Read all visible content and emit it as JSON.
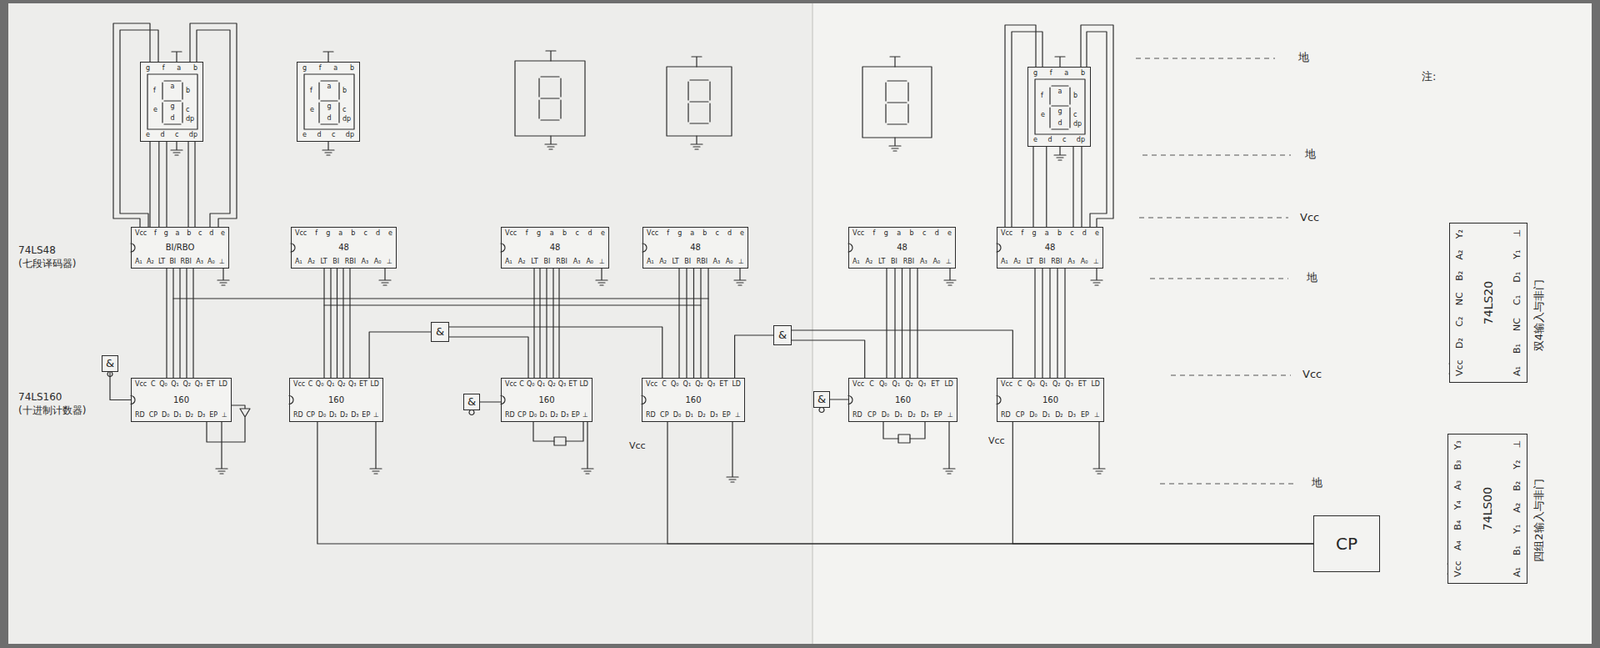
{
  "diagram": {
    "nodes": [
      {
        "text": [
          "g f a b",
          "a",
          "b",
          "c",
          "d",
          "e",
          "f",
          "g",
          "dp",
          "e d c dp"
        ]
      },
      {
        "text": [
          "g f a b",
          "a",
          "b",
          "c",
          "d",
          "e",
          "f",
          "g",
          "dp",
          "e d c dp"
        ]
      },
      {
        "text": [
          "g f a b",
          "a",
          "b",
          "c",
          "d",
          "e",
          "f",
          "g",
          "dp",
          "e d c dp"
        ]
      },
      {
        "text": [
          "Vcc f g a b c d e",
          "BI/RBO",
          "A₁ A₂ LT BI RBI A₃ A₀ ⊥"
        ]
      },
      {
        "text": [
          "Vcc f g a b c d e",
          "48",
          "A₁ A₂ LT BI RBI A₃ A₀ ⊥"
        ]
      },
      {
        "text": [
          "Vcc f g a b c d e",
          "48",
          "A₁ A₂ LT BI RBI A₃ A₀ ⊥"
        ]
      },
      {
        "text": [
          "Vcc f g a b c d e",
          "48",
          "A₁ A₂ LT BI RBI A₃ A₀ ⊥"
        ]
      },
      {
        "text": [
          "Vcc f g a b c d e",
          "48",
          "A₁ A₂ LT BI RBI A₃ A₀ ⊥"
        ]
      },
      {
        "text": [
          "Vcc f g a b c d e",
          "48",
          "A₁ A₂ LT BI RBI A₃ A₀ ⊥"
        ]
      },
      {
        "text": [
          "Vcc C Q₀ Q₁ Q₂ Q₃ ET LD",
          "160",
          "RD CP D₀ D₁ D₂ D₃ EP ⊥"
        ]
      },
      {
        "text": [
          "Vcc C Q₀ Q₁ Q₂ Q₃ ET LD",
          "160",
          "RD CP D₀ D₁ D₂ D₃ EP ⊥"
        ]
      },
      {
        "text": [
          "Vcc C Q₀ Q₁ Q₂ Q₃ ET LD",
          "160",
          "RD CP D₀ D₁ D₂ D₃ EP ⊥"
        ]
      },
      {
        "text": [
          "Vcc C Q₀ Q₁ Q₂ Q₃ ET LD",
          "160",
          "RD CP D₀ D₁ D₂ D₃ EP ⊥"
        ]
      },
      {
        "text": [
          "Vcc C Q₀ Q₁ Q₂ Q₃ ET LD",
          "160",
          "RD CP D₀ D₁ D₂ D₃ EP ⊥"
        ]
      },
      {
        "text": [
          "Vcc C Q₀ Q₁ Q₂ Q₃ ET LD",
          "160",
          "RD CP D₀ D₁ D₂ D₃ EP ⊥"
        ]
      },
      {
        "text": [
          "&"
        ]
      },
      {
        "text": [
          "&"
        ]
      },
      {
        "text": [
          "&"
        ]
      },
      {
        "text": [
          "&"
        ]
      },
      {
        "text": [
          "&"
        ]
      },
      {
        "text": [
          "CP"
        ]
      },
      {
        "text": [
          "Vcc D₂ C₂ NC B₂ A₂ Y₂",
          "74LS20",
          "A₁ B₁ NC C₁ D₁ Y₁ ⊥",
          "双4输入与非门"
        ]
      },
      {
        "text": [
          "Vcc A₄ B₄ Y₄ A₃ B₃ Y₃",
          "74LS00",
          "A₁ B₁ Y₁ A₂ B₂ Y₂ ⊥",
          "四组2输入与非门"
        ]
      }
    ],
    "edges": [
      {
        "from": 0,
        "to": 3,
        "arrow": "none"
      },
      {
        "from": 2,
        "to": 8,
        "arrow": "none"
      },
      {
        "from": 3,
        "to": 9,
        "arrow": "none"
      },
      {
        "from": 4,
        "to": 10,
        "arrow": "none"
      },
      {
        "from": 5,
        "to": 11,
        "arrow": "none"
      },
      {
        "from": 6,
        "to": 12,
        "arrow": "none"
      },
      {
        "from": 7,
        "to": 13,
        "arrow": "none"
      },
      {
        "from": 8,
        "to": 14,
        "arrow": "none"
      },
      {
        "from": 11,
        "to": 15,
        "arrow": "none"
      },
      {
        "from": 12,
        "to": 15,
        "arrow": "none"
      },
      {
        "from": 15,
        "to": 10,
        "arrow": "none"
      },
      {
        "from": 13,
        "to": 16,
        "arrow": "none"
      },
      {
        "from": 14,
        "to": 16,
        "arrow": "none"
      },
      {
        "from": 16,
        "to": 12,
        "arrow": "none"
      },
      {
        "from": 17,
        "to": 9,
        "arrow": "none"
      },
      {
        "from": 18,
        "to": 11,
        "arrow": "none"
      },
      {
        "from": 19,
        "to": 13,
        "arrow": "none"
      },
      {
        "from": 20,
        "to": 10,
        "arrow": "none"
      },
      {
        "from": 20,
        "to": 12,
        "arrow": "none"
      },
      {
        "from": 20,
        "to": 14,
        "arrow": "none"
      }
    ],
    "labels": [
      "74LS48 (七段译码器)",
      "74LS160 (十进制计数器)",
      "地",
      "地",
      "Vcc",
      "地",
      "Vcc",
      "地",
      "Vcc",
      "Vcc",
      "注:"
    ]
  }
}
